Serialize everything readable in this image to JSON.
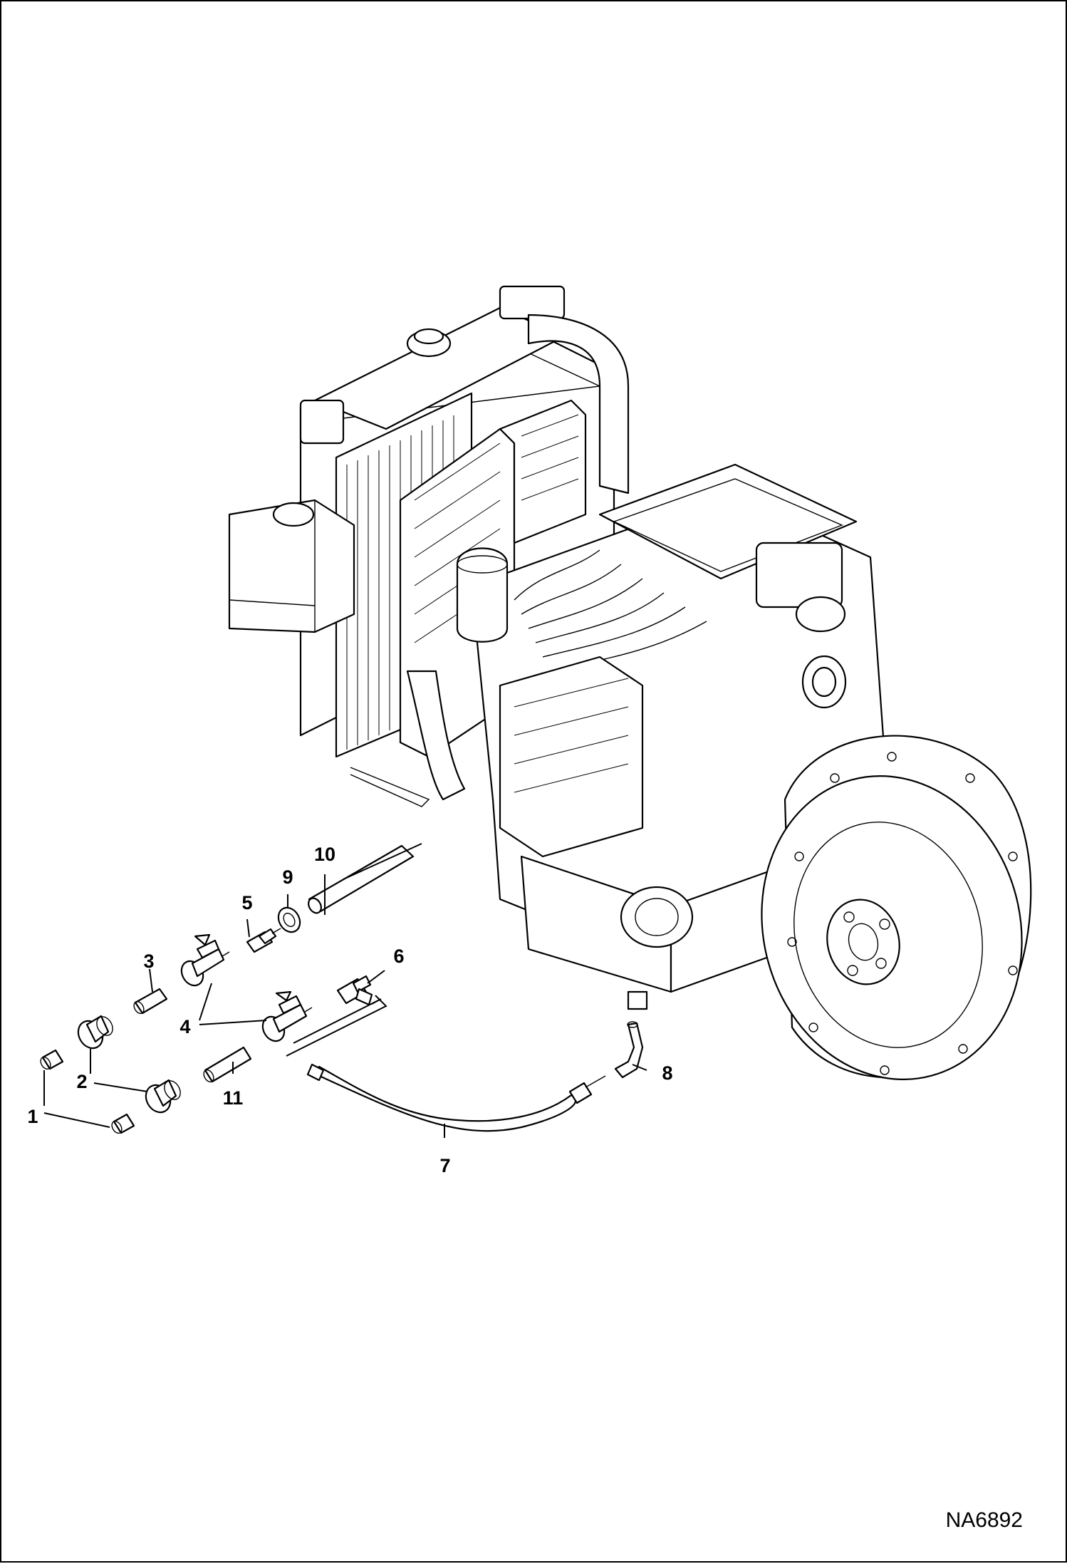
{
  "drawing_ref": "NA6892",
  "callouts": {
    "c1a": "1",
    "c1b": "1",
    "c2": "2",
    "c3": "3",
    "c4a": "4",
    "c4b": "4",
    "c5": "5",
    "c6": "6",
    "c7": "7",
    "c8": "8",
    "c9": "9",
    "c10": "10",
    "c11": "11"
  }
}
